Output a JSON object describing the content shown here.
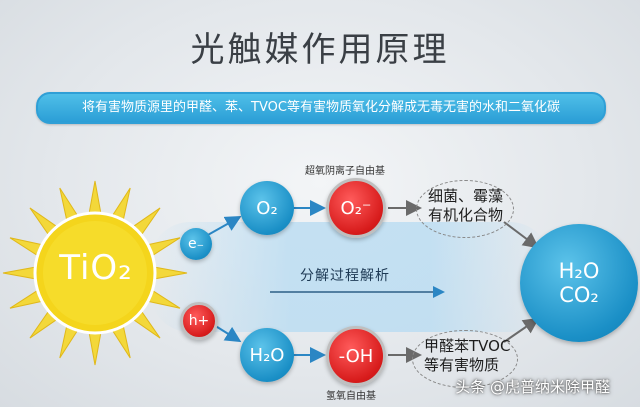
{
  "title": "光触媒作用原理",
  "banner": "将有害物质源里的甲醛、苯、TVOC等有害物质氧化分解成无毒无害的水和二氧化碳",
  "sun": {
    "label": "TiO₂"
  },
  "carriers": {
    "electron": "e₋",
    "hole": "h+"
  },
  "nodes": {
    "o2": "O₂",
    "o2_radical": "O₂⁻",
    "h2o": "H₂O",
    "oh": "-OH",
    "product_line1": "H₂O",
    "product_line2": "CO₂"
  },
  "labels": {
    "superoxide": "超氧阴离子自由基",
    "hydroxyl": "氢氧自由基",
    "process": "分解过程解析",
    "targets_top_1": "细菌、霉藻",
    "targets_top_2": "有机化合物",
    "targets_bottom_1": "甲醛苯TVOC",
    "targets_bottom_2": "等有害物质"
  },
  "watermark": "头条 @虎普纳米除甲醛",
  "colors": {
    "blue": "#1a8fc6",
    "red": "#d71b1b",
    "sun": "#f2d21b",
    "banner": "#2b9ed6"
  }
}
